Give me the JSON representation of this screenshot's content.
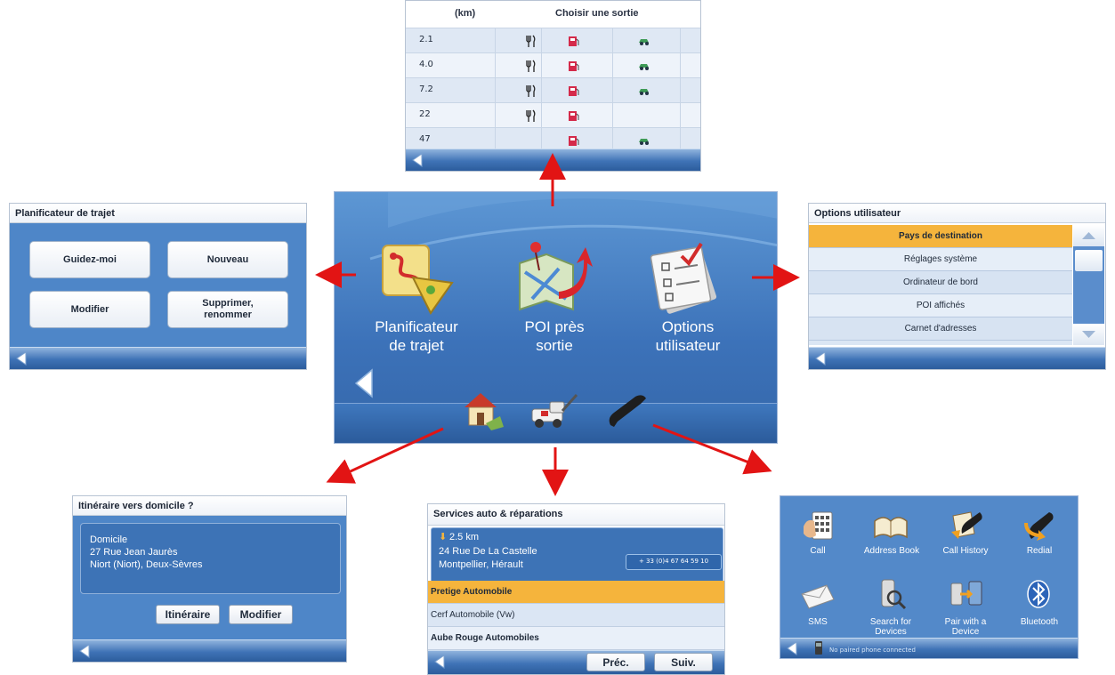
{
  "poi_panel": {
    "header_distance": "(km)",
    "header_exit": "Choisir une sortie",
    "rows": [
      {
        "distance": "2.1",
        "food": true,
        "fuel": true,
        "car": true,
        "hotel": true
      },
      {
        "distance": "4.0",
        "food": true,
        "fuel": true,
        "car": true,
        "hotel": true
      },
      {
        "distance": "7.2",
        "food": true,
        "fuel": true,
        "car": true,
        "hotel": true
      },
      {
        "distance": "22",
        "food": true,
        "fuel": true,
        "car": false,
        "hotel": true
      },
      {
        "distance": "47",
        "food": false,
        "fuel": true,
        "car": true,
        "hotel": false
      }
    ]
  },
  "main_menu": {
    "items": [
      {
        "label_line1": "Planificateur",
        "label_line2": "de trajet",
        "icon": "route-planner-icon"
      },
      {
        "label_line1": "POI près",
        "label_line2": "sortie",
        "icon": "poi-exit-icon"
      },
      {
        "label_line1": "Options",
        "label_line2": "utilisateur",
        "icon": "checklist-icon"
      }
    ],
    "bottom_icons": [
      "home-icon",
      "tow-truck-icon",
      "phone-icon"
    ]
  },
  "trip_planner": {
    "title": "Planificateur de trajet",
    "buttons": [
      "Guidez-moi",
      "Nouveau",
      "Modifier"
    ],
    "button4_line1": "Supprimer,",
    "button4_line2": "renommer"
  },
  "user_options": {
    "title": "Options utilisateur",
    "items": [
      "Pays de destination",
      "Réglages système",
      "Ordinateur de bord",
      "POI affichés",
      "Carnet d'adresses"
    ]
  },
  "home_route": {
    "title": "Itinéraire vers domicile ?",
    "name": "Domicile",
    "street": "27 Rue Jean Jaurès",
    "city": "Niort (Niort), Deux-Sèvres",
    "route_button": "Itinéraire",
    "modify_button": "Modifier"
  },
  "services": {
    "title": "Services auto & réparations",
    "distance": "2.5 km",
    "street": "24 Rue De La Castelle",
    "city": "Montpellier, Hérault",
    "phone": "+ 33 (0)4 67 64 59 10",
    "list": [
      "Pretige Automobile",
      "Cerf Automobile (Vw)",
      "Aube Rouge Automobiles"
    ],
    "prev_button": "Préc.",
    "next_button": "Suiv."
  },
  "phone": {
    "items": [
      {
        "label": "Call",
        "icon": "keypad-icon"
      },
      {
        "label": "Address Book",
        "icon": "address-book-icon"
      },
      {
        "label": "Call History",
        "icon": "call-history-icon"
      },
      {
        "label": "Redial",
        "icon": "redial-icon"
      },
      {
        "label": "SMS",
        "icon": "sms-envelope-icon"
      },
      {
        "label": "Search for Devices",
        "icon": "search-devices-icon"
      },
      {
        "label": "Pair with a Device",
        "icon": "pair-device-icon"
      },
      {
        "label": "Bluetooth",
        "icon": "bluetooth-icon"
      }
    ],
    "status": "No paired phone connected"
  },
  "colors": {
    "selected_row": "#f5b43c",
    "arrow": "#e21414",
    "panel_blue": "#4e86c8"
  }
}
